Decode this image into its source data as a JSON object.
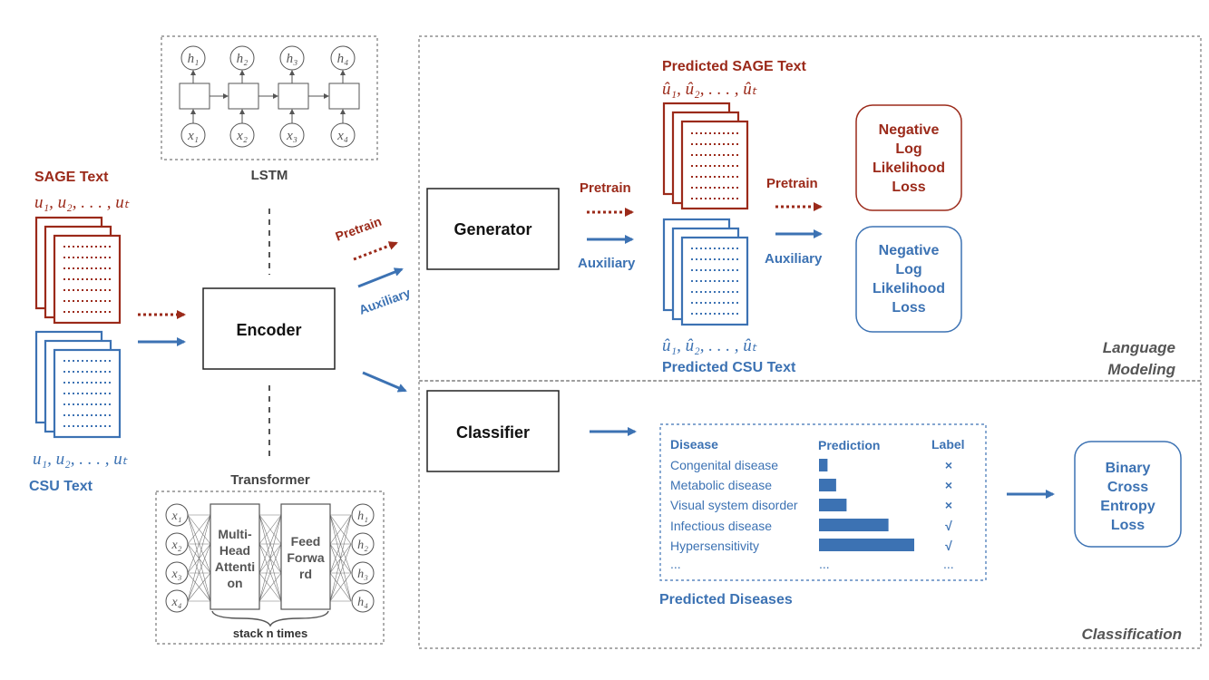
{
  "colors": {
    "sage": "#9b2a1a",
    "csu": "#3c72b3",
    "dark": "#222222",
    "gray": "#555555",
    "dash": "#777777"
  },
  "input": {
    "sage_label": "SAGE Text",
    "sage_seq": "u₁, u₂, . . . , uₜ",
    "csu_seq": "u₁, u₂, . . . , uₜ",
    "csu_label": "CSU Text"
  },
  "lstm": {
    "label": "LSTM",
    "hidden": [
      "h₁",
      "h₂",
      "h₃",
      "h₄"
    ],
    "inputs": [
      "x₁",
      "x₂",
      "x₃",
      "x₄"
    ]
  },
  "transformer": {
    "label": "Transformer",
    "inputs": [
      "x₁",
      "x₂",
      "x₃",
      "x₄"
    ],
    "outputs": [
      "h₁",
      "h₂",
      "h₃",
      "h₄"
    ],
    "attention": [
      "Multi-",
      "Head",
      "Attenti",
      "on"
    ],
    "ff": [
      "Feed",
      "Forwa",
      "rd"
    ],
    "stack": "stack n times"
  },
  "encoder": {
    "label": "Encoder"
  },
  "branch": {
    "pretrain": "Pretrain",
    "auxiliary": "Auxiliary"
  },
  "lm": {
    "generator": "Generator",
    "pretrain": "Pretrain",
    "auxiliary": "Auxiliary",
    "pred_sage_title": "Predicted SAGE Text",
    "pred_sage_seq": "û₁, û₂, . . . , ûₜ",
    "pred_csu_seq": "û₁, û₂, . . . , ûₜ",
    "pred_csu_title": "Predicted CSU Text",
    "pretrain2": "Pretrain",
    "auxiliary2": "Auxiliary",
    "nll_sage": [
      "Negative",
      "Log",
      "Likelihood",
      "Loss"
    ],
    "nll_csu": [
      "Negative",
      "Log",
      "Likelihood",
      "Loss"
    ],
    "section_label": [
      "Language",
      "Modeling"
    ]
  },
  "cls": {
    "classifier": "Classifier",
    "table": {
      "headers": [
        "Disease",
        "Prediction",
        "Label"
      ],
      "rows": [
        {
          "disease": "Congenital disease",
          "prediction": 0.09,
          "label": "×"
        },
        {
          "disease": "Metabolic disease",
          "prediction": 0.18,
          "label": "×"
        },
        {
          "disease": "Visual system disorder",
          "prediction": 0.29,
          "label": "×"
        },
        {
          "disease": "Infectious disease",
          "prediction": 0.73,
          "label": "√"
        },
        {
          "disease": "Hypersensitivity",
          "prediction": 1.0,
          "label": "√"
        }
      ],
      "ellipsis": [
        "...",
        "...",
        "..."
      ]
    },
    "caption": "Predicted Diseases",
    "loss": [
      "Binary",
      "Cross",
      "Entropy",
      "Loss"
    ],
    "section_label": "Classification"
  }
}
